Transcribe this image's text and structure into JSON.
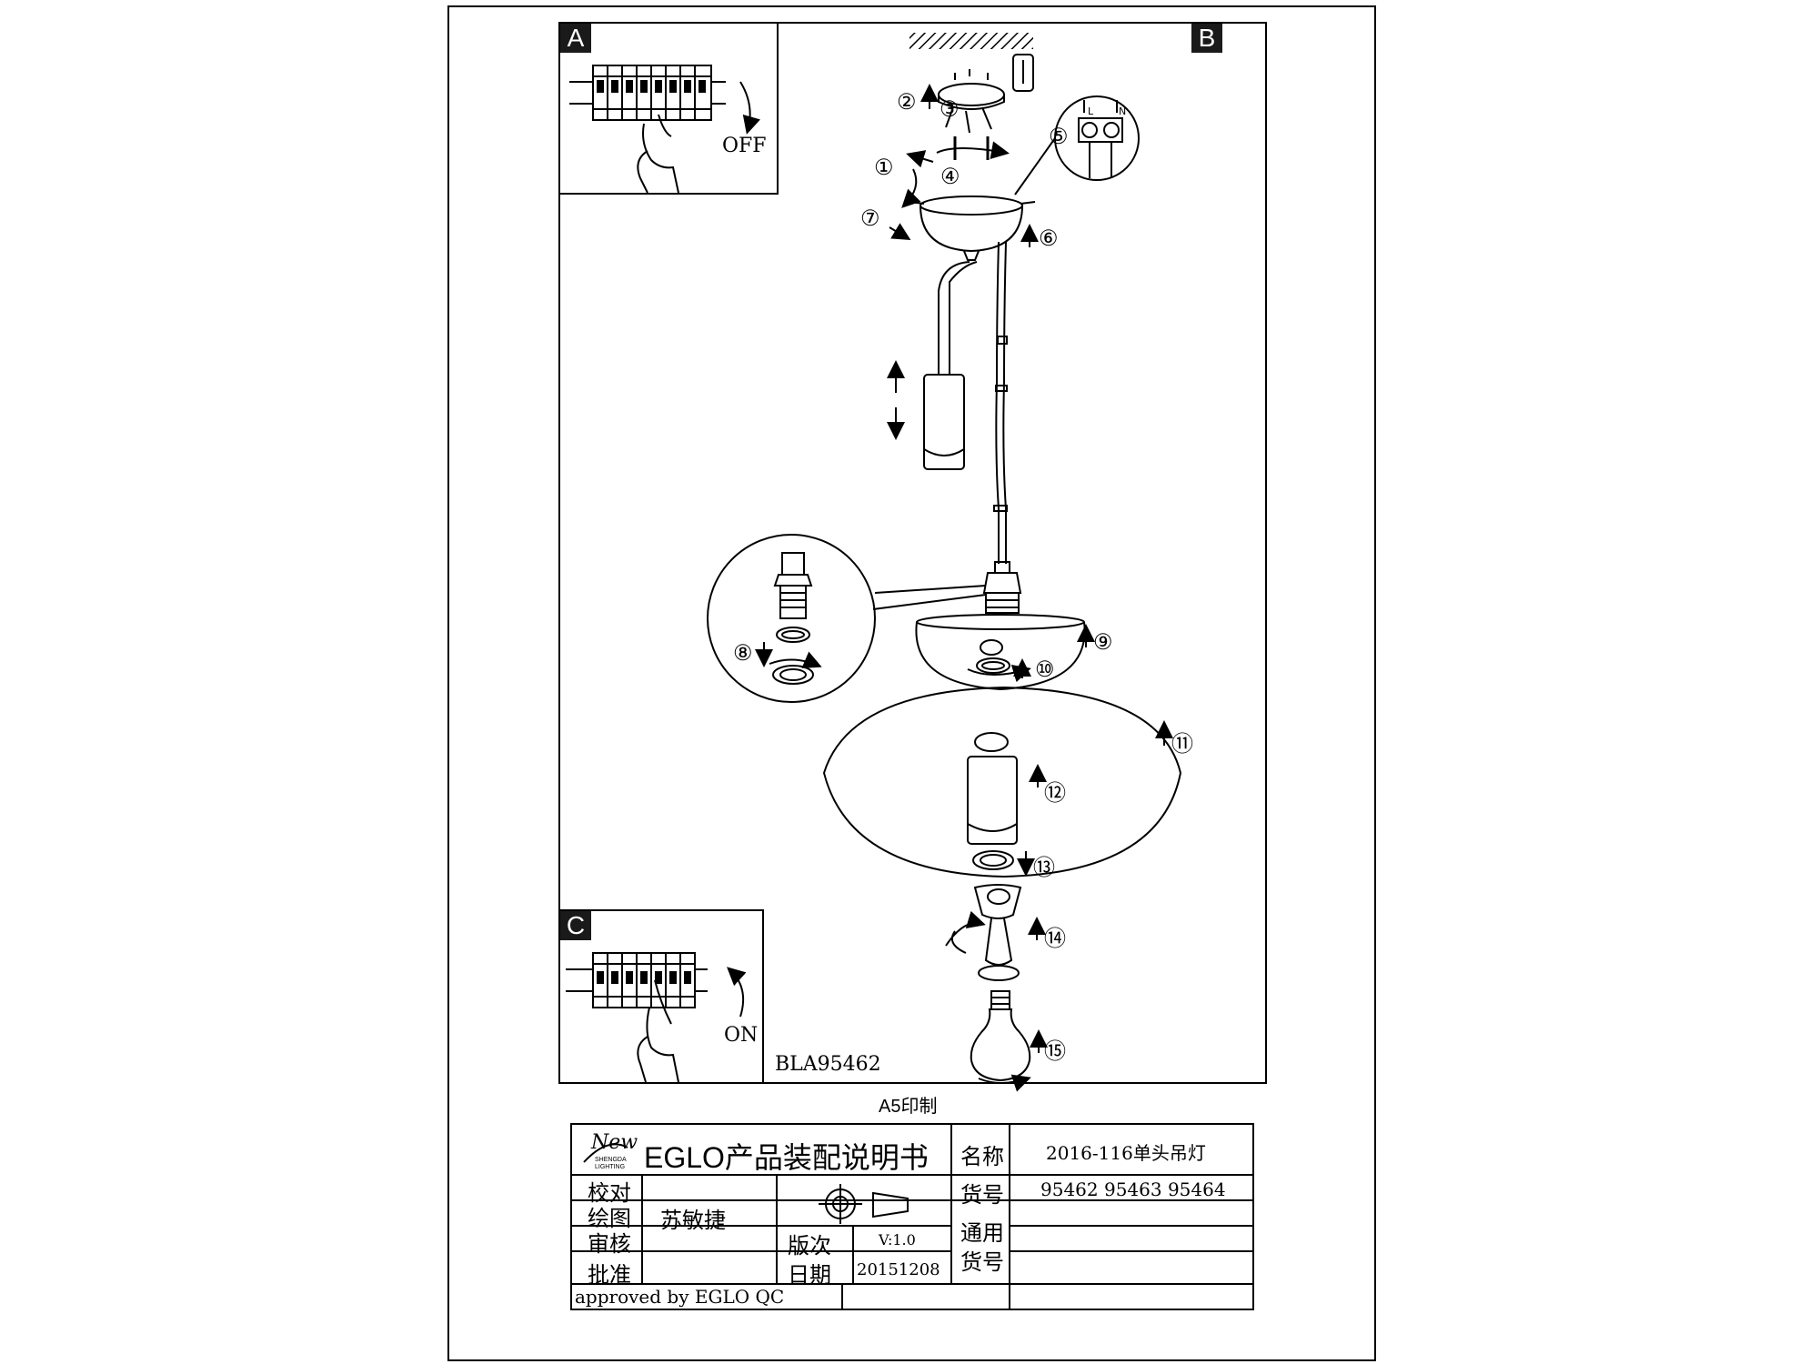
{
  "panels": {
    "a": {
      "badge": "A",
      "switch_label": "OFF"
    },
    "b": {
      "badge": "B"
    },
    "c": {
      "badge": "C",
      "switch_label": "ON"
    }
  },
  "model_code": "BLA95462",
  "print_note": "A5印制",
  "steps": [
    "①",
    "②",
    "③",
    "④",
    "⑤",
    "⑥",
    "⑦",
    "⑧",
    "⑨",
    "⑩",
    "⑪",
    "⑫",
    "⑬",
    "⑭",
    "⑮"
  ],
  "terminal_labels": {
    "live": "L",
    "neutral": "N"
  },
  "title_block": {
    "logo_script": "New",
    "logo_line1": "SHENGDA",
    "logo_line2": "LIGHTING",
    "doc_title": "EGLO产品装配说明书",
    "name_label": "名称",
    "name_value": "2016-116单头吊灯",
    "item_no_label": "货号",
    "item_no_value": "95462 95463 95464",
    "proofread_label": "校对",
    "proofread_value": "",
    "drawn_label": "绘图",
    "drawn_value": "苏敏捷",
    "review_label": "审核",
    "review_value": "",
    "approve_label": "批准",
    "approve_value": "",
    "version_label": "版次",
    "version_value": "V:1.0",
    "date_label": "日期",
    "date_value": "20151208",
    "common_item_label_1": "通用",
    "common_item_label_2": "货号",
    "approved_by": "approved by EGLO QC"
  }
}
